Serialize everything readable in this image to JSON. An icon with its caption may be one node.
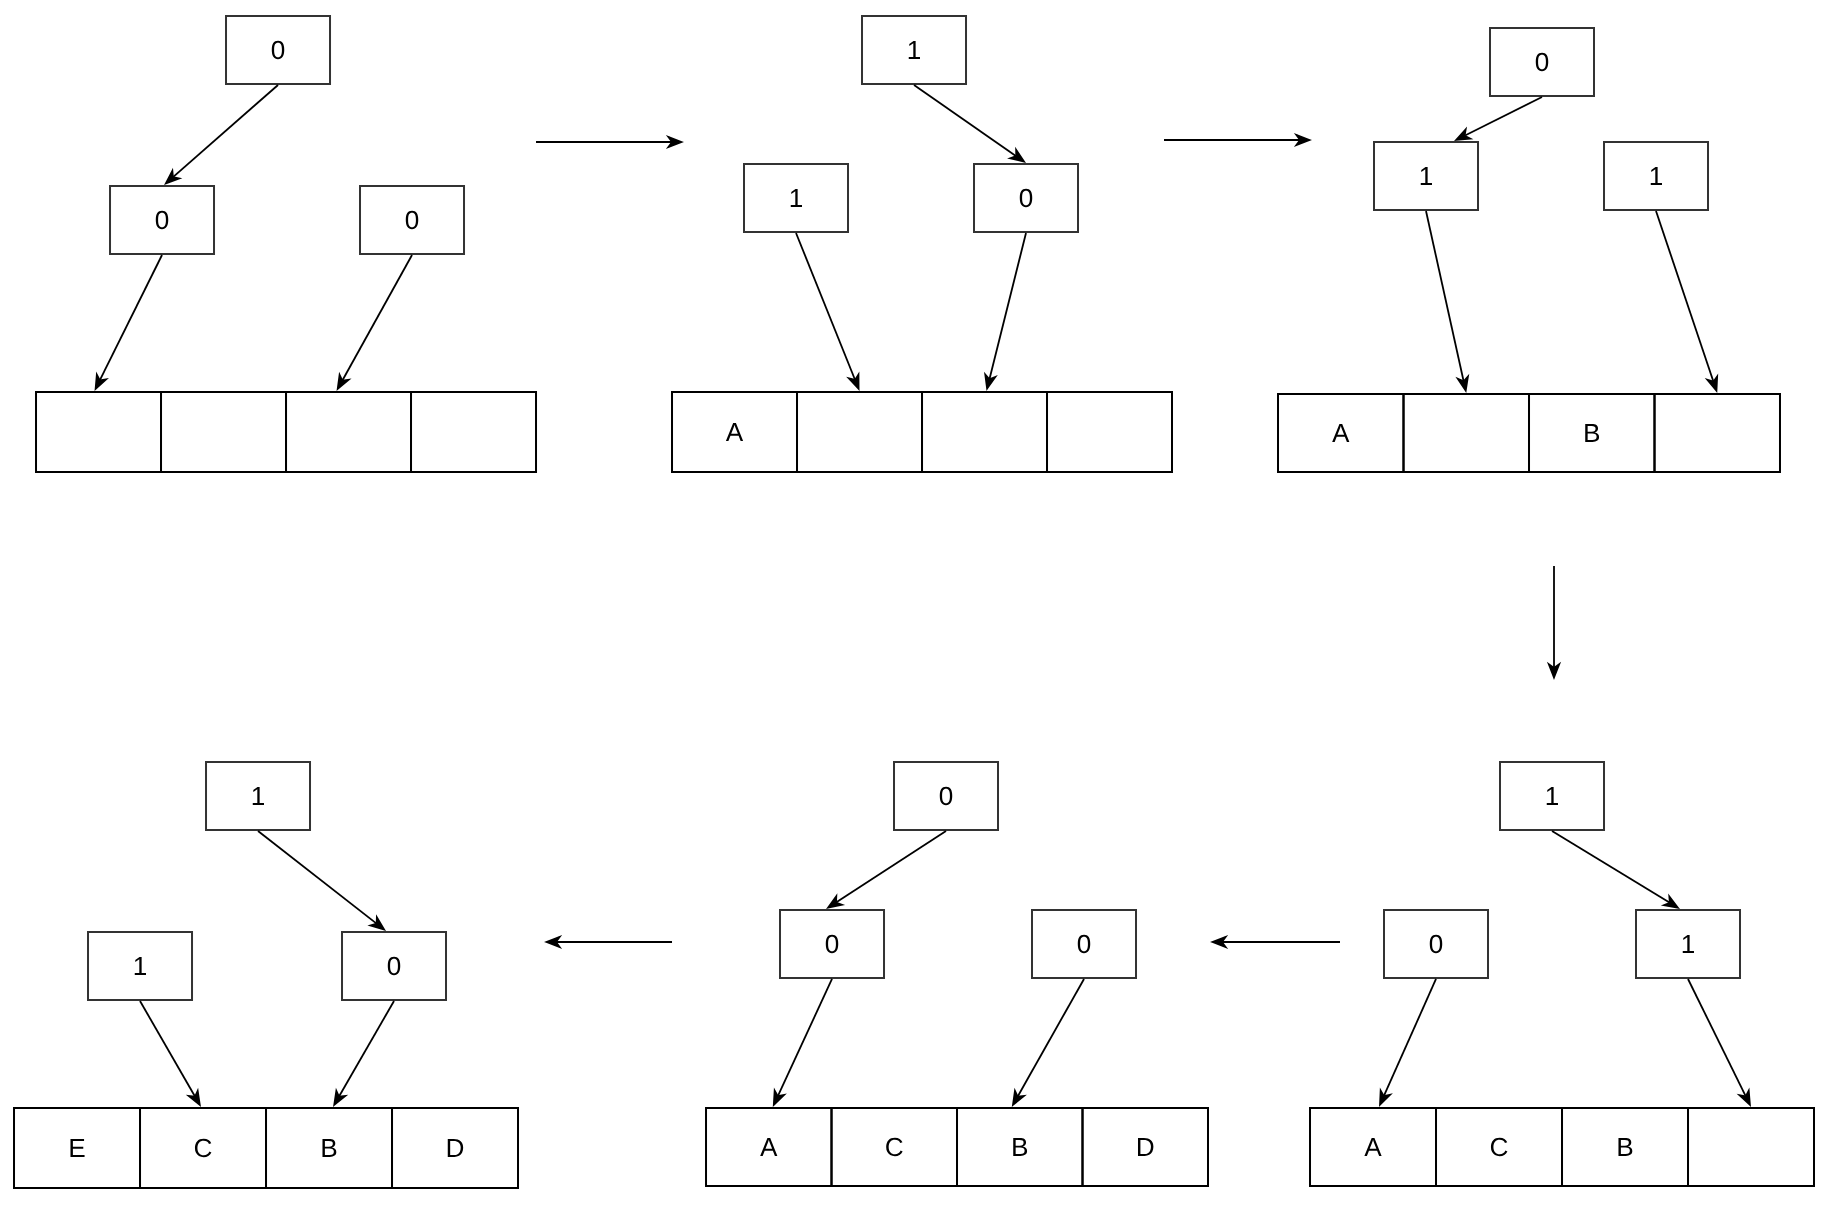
{
  "diagram": {
    "nodes": [
      {
        "text": [
          "0"
        ]
      },
      {
        "text": [
          "0"
        ]
      },
      {
        "text": [
          "0"
        ]
      },
      {
        "text": [],
        "shape": "box"
      },
      {
        "text": [],
        "shape": "box"
      },
      {
        "text": [],
        "shape": "box"
      },
      {
        "text": [],
        "shape": "box"
      },
      {
        "text": [
          "1"
        ]
      },
      {
        "text": [
          "1"
        ]
      },
      {
        "text": [
          "0"
        ]
      },
      {
        "text": [
          "A"
        ]
      },
      {
        "text": [],
        "shape": "box"
      },
      {
        "text": [],
        "shape": "box"
      },
      {
        "text": [],
        "shape": "box"
      },
      {
        "text": [
          "0"
        ]
      },
      {
        "text": [
          "1"
        ]
      },
      {
        "text": [
          "1"
        ]
      },
      {
        "text": [
          "A"
        ]
      },
      {
        "text": [],
        "shape": "box"
      },
      {
        "text": [
          "B"
        ]
      },
      {
        "text": [],
        "shape": "box"
      },
      {
        "text": [
          "1"
        ]
      },
      {
        "text": [
          "0"
        ]
      },
      {
        "text": [
          "1"
        ]
      },
      {
        "text": [
          "A"
        ]
      },
      {
        "text": [
          "C"
        ]
      },
      {
        "text": [
          "B"
        ]
      },
      {
        "text": [],
        "shape": "box"
      },
      {
        "text": [
          "0"
        ]
      },
      {
        "text": [
          "0"
        ]
      },
      {
        "text": [
          "0"
        ]
      },
      {
        "text": [
          "A"
        ]
      },
      {
        "text": [
          "C"
        ]
      },
      {
        "text": [
          "B"
        ]
      },
      {
        "text": [
          "D"
        ]
      },
      {
        "text": [
          "1"
        ]
      },
      {
        "text": [
          "1"
        ]
      },
      {
        "text": [
          "0"
        ]
      },
      {
        "text": [
          "E"
        ]
      },
      {
        "text": [
          "C"
        ]
      },
      {
        "text": [
          "B"
        ]
      },
      {
        "text": [
          "D"
        ]
      }
    ],
    "edges": [
      {
        "from": 0,
        "to": 1,
        "arrow": "to"
      },
      {
        "from": 1,
        "to": 3,
        "arrow": "to"
      },
      {
        "from": 2,
        "to": 5,
        "arrow": "to"
      },
      {
        "from": 7,
        "to": 9,
        "arrow": "to"
      },
      {
        "from": 8,
        "to": 11,
        "arrow": "to"
      },
      {
        "from": 9,
        "to": 12,
        "arrow": "to"
      },
      {
        "from": 14,
        "to": 15,
        "arrow": "to"
      },
      {
        "from": 15,
        "to": 18,
        "arrow": "to"
      },
      {
        "from": 16,
        "to": 20,
        "arrow": "to"
      },
      {
        "from": 21,
        "to": 23,
        "arrow": "to"
      },
      {
        "from": 22,
        "to": 24,
        "arrow": "to"
      },
      {
        "from": 23,
        "to": 27,
        "arrow": "to"
      },
      {
        "from": 28,
        "to": 29,
        "arrow": "to"
      },
      {
        "from": 29,
        "to": 31,
        "arrow": "to"
      },
      {
        "from": 30,
        "to": 33,
        "arrow": "to"
      },
      {
        "from": 35,
        "to": 37,
        "arrow": "to"
      },
      {
        "from": 36,
        "to": 39,
        "arrow": "to"
      },
      {
        "from": 37,
        "to": 40,
        "arrow": "to"
      }
    ]
  }
}
